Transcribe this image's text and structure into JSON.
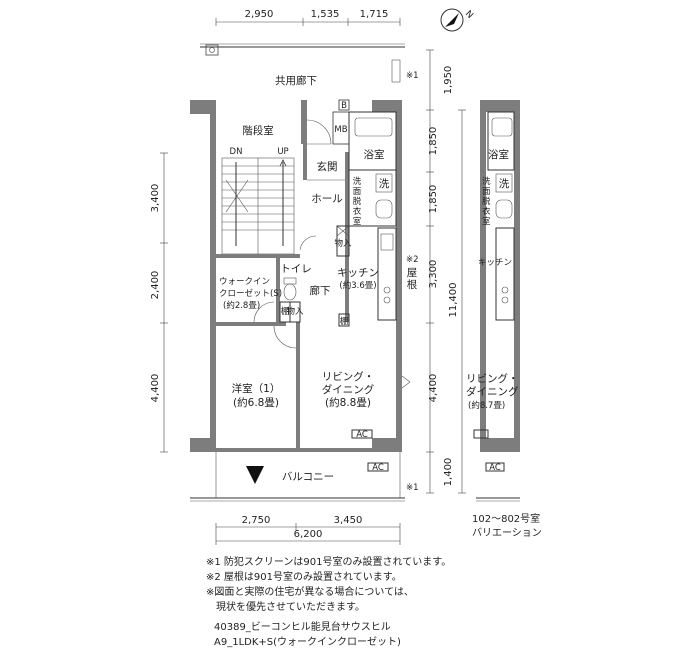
{
  "dimensions": {
    "top": [
      "2,950",
      "1,535",
      "1,715"
    ],
    "bottom_parts": [
      "2,750",
      "3,450"
    ],
    "bottom_total": "6,200",
    "left": [
      "3,400",
      "2,400",
      "4,400"
    ],
    "right_inner": [
      "1,850",
      "1,850",
      "3,300",
      "4,400",
      "1,400"
    ],
    "right_outer_top": "1,950",
    "right_total": "11,400"
  },
  "rooms": {
    "corridor": "共用廊下",
    "stairs": "階段室",
    "dn": "DN",
    "up": "UP",
    "mb": "MB",
    "b": "B",
    "entrance": "玄関",
    "hall": "ホール",
    "bath": "浴室",
    "wash": "洗",
    "dressing_chars": [
      "洗",
      "面",
      "脱",
      "衣",
      "室"
    ],
    "storage": "物入",
    "kitchen": "キッチン",
    "kitchen_size": "(約3.6畳)",
    "toilet": "トイレ",
    "hallway": "廊下",
    "wic_1": "ウォークイン",
    "wic_2": "クローゼット(S)",
    "wic_size": "(約2.8畳)",
    "shelf": "棚",
    "storage_small": "物入",
    "western_1": "洋室（1）",
    "western_size": "(約6.8畳)",
    "living_1": "リビング・",
    "living_2": "ダイニング",
    "living_size": "(約8.8畳)",
    "ac": "AC",
    "balcony": "バルコニー",
    "note1": "※1",
    "note2": "※2",
    "roof": "屋根",
    "variation_bath": "浴室",
    "variation_wash": "洗",
    "variation_dressing_chars": [
      "洗",
      "面",
      "脱",
      "衣",
      "室"
    ],
    "variation_kitchen": "キッチン",
    "variation_living_1": "リビング・",
    "variation_living_2": "ダイニング",
    "variation_living_size": "(約8.7畳)",
    "north": "N"
  },
  "variation_caption": [
    "102～802号室",
    "バリエーション"
  ],
  "notes": [
    "※1  防犯スクリーンは901号室のみ設置されています。",
    "※2  屋根は901号室のみ設置されています。",
    "※図面と実際の住宅が異なる場合については、",
    "　現状を優先させていただきます。"
  ],
  "caption": [
    "40389_ビーコンヒル能見台サウスヒル",
    "A9_1LDK+S(ウォークインクローゼット)"
  ]
}
